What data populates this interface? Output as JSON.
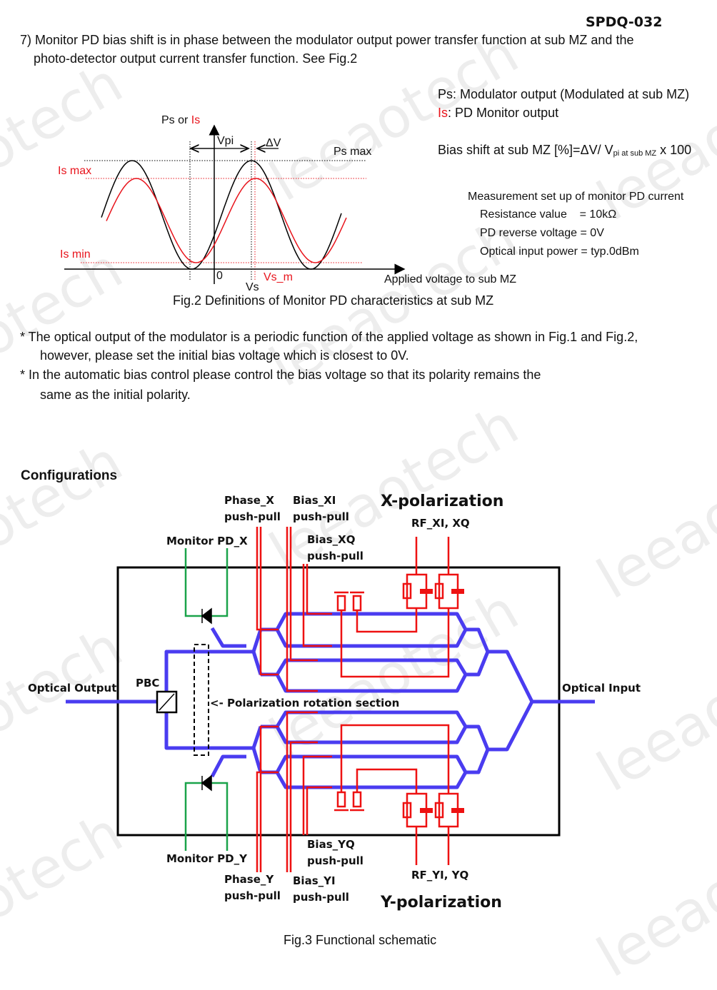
{
  "doc_id": "SPDQ-032",
  "section7": {
    "line1": "7) Monitor PD bias shift is in phase between the modulator output power transfer function at sub MZ and the",
    "line2": "photo-detector output current transfer function. See Fig.2"
  },
  "fig2": {
    "y_label_ps": "Ps or",
    "y_label_is": "Is",
    "vpi": "Vpi",
    "dv": "ΔV",
    "ps_max": "Ps max",
    "is_max": "Is max",
    "is_min": "Is min",
    "zero": "0",
    "vs": "Vs",
    "vs_m": "Vs_m",
    "x_label": "Applied voltage to sub MZ",
    "caption": "Fig.2 Definitions of Monitor PD characteristics at sub MZ"
  },
  "legend": {
    "ps": "Ps: Modulator output (Modulated at sub MZ)",
    "is_prefix": "Is",
    "is_text": ": PD Monitor output",
    "bias_shift_a": "Bias shift at sub MZ [%]=ΔV/ V",
    "bias_shift_sub": "pi at sub MZ",
    "bias_shift_b": " x 100"
  },
  "measurement": {
    "title": "Measurement set up of monitor PD current",
    "items": [
      "Resistance value    = 10kΩ",
      "PD reverse voltage = 0V",
      "Optical input power = typ.0dBm"
    ]
  },
  "notes": {
    "n1a": "* The optical output of the modulator is a periodic function of the applied voltage as shown in Fig.1 and Fig.2,",
    "n1b": "however, please set the initial bias voltage which is closest to 0V.",
    "n2a": "* In the automatic bias control please control the bias voltage so that its polarity remains the",
    "n2b": "same as the initial polarity."
  },
  "configurations": {
    "heading": "Configurations",
    "phase_x": [
      "Phase_X",
      "push-pull"
    ],
    "bias_xi": [
      "Bias_XI",
      "push-pull"
    ],
    "bias_xq": [
      "Bias_XQ",
      "push-pull"
    ],
    "x_pol": "X-polarization",
    "rf_x": "RF_XI, XQ",
    "monitor_x": "Monitor PD_X",
    "monitor_y": "Monitor PD_Y",
    "optical_output": "Optical Output",
    "optical_input": "Optical Input",
    "pbc": "PBC",
    "pol_rot": "<- Polarization rotation section",
    "bias_yq": [
      "Bias_YQ",
      "push-pull"
    ],
    "phase_y": [
      "Phase_Y",
      "push-pull"
    ],
    "bias_yi": [
      "Bias_YI",
      "push-pull"
    ],
    "rf_y": "RF_YI, YQ",
    "y_pol": "Y-polarization",
    "caption": "Fig.3 Functional schematic"
  },
  "watermark": "leeaotech",
  "colors": {
    "blue": "#4a3cf0",
    "red": "#ee1111",
    "green": "#1aa34a"
  }
}
